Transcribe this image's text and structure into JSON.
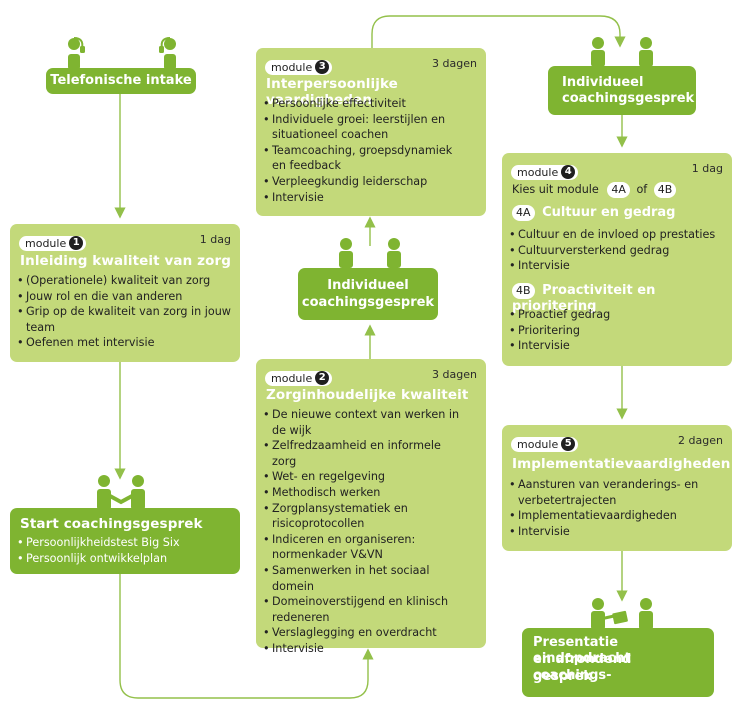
{
  "colors": {
    "light": "#c3d97a",
    "dark": "#7fb431",
    "arrow": "#93c04a"
  },
  "intake": {
    "label": "Telefonische intake"
  },
  "module1": {
    "module_label": "module",
    "number": "1",
    "days": "1 dag",
    "title": "Inleiding kwaliteit van zorg",
    "items": [
      "(Operationele) kwaliteit van zorg",
      "Jouw rol en die van anderen",
      "Grip op de kwaliteit van zorg in jouw team",
      "Oefenen met intervisie"
    ]
  },
  "start": {
    "title": "Start coachingsgesprek",
    "items": [
      "Persoonlijkheidstest Big Six",
      "Persoonlijk ontwikkelplan"
    ]
  },
  "module3": {
    "module_label": "module",
    "number": "3",
    "days": "3 dagen",
    "title": "Interpersoonlijke vaardigheden",
    "items": [
      "Persoonlijke effectiviteit",
      "Individuele groei: leerstijlen en situationeel coachen",
      "Teamcoaching, groepsdynamiek en feedback",
      "Verpleegkundig leiderschap",
      "Intervisie"
    ]
  },
  "coaching_mid": {
    "line1": "Individueel",
    "line2": "coachingsgesprek"
  },
  "module2": {
    "module_label": "module",
    "number": "2",
    "days": "3 dagen",
    "title": "Zorginhoudelijke kwaliteit",
    "items": [
      "De nieuwe context van werken in de wijk",
      "Zelfredzaamheid en informele zorg",
      "Wet- en regelgeving",
      "Methodisch werken",
      "Zorgplansystematiek en risicoprotocollen",
      "Indiceren en organiseren: normenkader V&VN",
      "Samenwerken in het sociaal domein",
      "Domeinoverstijgend en klinisch redeneren",
      "Verslaglegging en overdracht",
      "Intervisie"
    ]
  },
  "coaching_right": {
    "line1": "Individueel",
    "line2": "coachingsgesprek"
  },
  "module4": {
    "module_label": "module",
    "number": "4",
    "days": "1 dag",
    "choose_text": "Kies uit module",
    "opt_a": "4A",
    "of_text": "of",
    "opt_b": "4B",
    "sub_a": {
      "badge": "4A",
      "title": "Cultuur en gedrag",
      "items": [
        "Cultuur en de invloed op prestaties",
        "Cultuurversterkend gedrag",
        "Intervisie"
      ]
    },
    "sub_b": {
      "badge": "4B",
      "title": "Proactiviteit en prioritering",
      "items": [
        "Proactief gedrag",
        "Prioritering",
        "Intervisie"
      ]
    }
  },
  "module5": {
    "module_label": "module",
    "number": "5",
    "days": "2 dagen",
    "title": "Implementatievaardigheden",
    "items": [
      "Aansturen van veranderings- en verbetertrajecten",
      "Implementatievaardigheden",
      "Intervisie"
    ]
  },
  "final": {
    "line1": "Presentatie eindopdracht",
    "line2": "en afrondend coachings-",
    "line3": "gesprek"
  },
  "icons": [
    "phone-person-icon",
    "phone-person-icon",
    "coaching-people-icon",
    "coaching-people-icon",
    "handshake-icon",
    "presentation-people-icon"
  ]
}
